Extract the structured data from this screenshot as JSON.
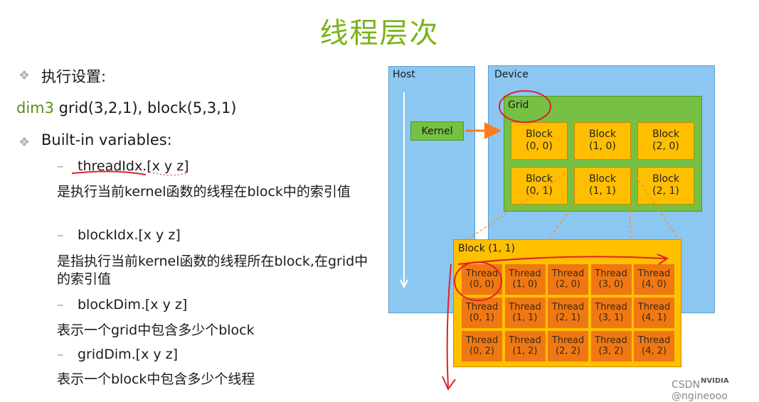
{
  "title": "线程层次",
  "left": {
    "exec_label": "执行设置:",
    "dim3_kw": "dim3",
    "dim3_rest": " grid(3,2,1), block(5,3,1)",
    "builtin_label": "Built-in variables:",
    "vars": [
      {
        "name": "threadIdx.[x y z]",
        "desc": "是执行当前kernel函数的线程在block中的索引值"
      },
      {
        "name": "blockIdx.[x y z]",
        "desc": "是指执行当前kernel函数的线程所在block,在grid中的索引值"
      },
      {
        "name": "blockDim.[x y z]",
        "desc": "表示一个grid中包含多少个block"
      },
      {
        "name": "gridDim.[x y z]",
        "desc": "表示一个block中包含多少个线程"
      }
    ]
  },
  "diagram": {
    "host_label": "Host",
    "device_label": "Device",
    "kernel_label": "Kernel",
    "grid_label": "Grid",
    "blocks": [
      [
        "Block",
        "(0, 0)"
      ],
      [
        "Block",
        "(1, 0)"
      ],
      [
        "Block",
        "(2, 0)"
      ],
      [
        "Block",
        "(0, 1)"
      ],
      [
        "Block",
        "(1, 1)"
      ],
      [
        "Block",
        "(2, 1)"
      ]
    ],
    "block_detail_label": "Block (1, 1)",
    "threads": [
      [
        "Thread",
        "(0, 0)"
      ],
      [
        "Thread",
        "(1, 0)"
      ],
      [
        "Thread",
        "(2, 0)"
      ],
      [
        "Thread",
        "(3, 0)"
      ],
      [
        "Thread",
        "(4, 0)"
      ],
      [
        "Thread",
        "(0, 1)"
      ],
      [
        "Thread",
        "(1, 1)"
      ],
      [
        "Thread",
        "(2, 1)"
      ],
      [
        "Thread",
        "(3, 1)"
      ],
      [
        "Thread",
        "(4, 1)"
      ],
      [
        "Thread",
        "(0, 2)"
      ],
      [
        "Thread",
        "(1, 2)"
      ],
      [
        "Thread",
        "(2, 2)"
      ],
      [
        "Thread",
        "(3, 2)"
      ],
      [
        "Thread",
        "(4, 2)"
      ]
    ]
  },
  "watermark": "CSDN @ngineooo",
  "logo_text": "NVIDIA",
  "colors": {
    "title_green": "#7ab317",
    "host_device_blue": "#8cc7f2",
    "grid_green": "#76c043",
    "block_yellow": "#ffbf00",
    "thread_orange": "#f07814",
    "annotation_red": "#e0202a"
  }
}
